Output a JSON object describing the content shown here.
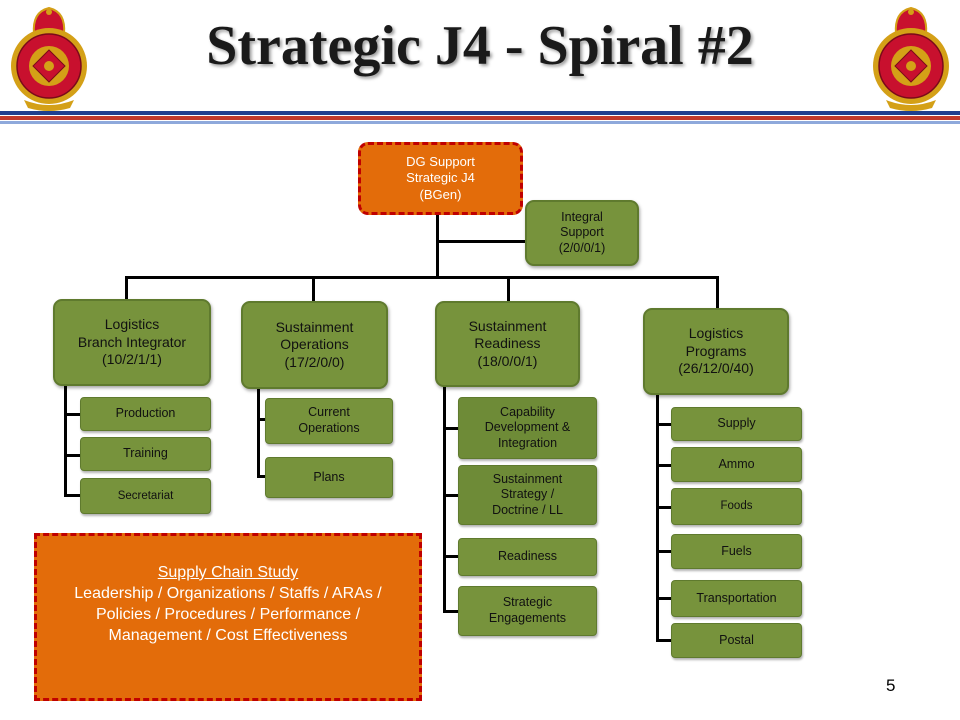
{
  "title": "Strategic J4 - Spiral #2",
  "page_number": "5",
  "colors": {
    "box_green": "#77933c",
    "box_orange": "#e36c0a",
    "dash_red": "#c00000",
    "stripe_red": "#c0392b",
    "stripe_blue": "#1f3f8f"
  },
  "top": {
    "label": "DG Support\nStrategic J4\n(BGen)"
  },
  "integral": {
    "label": "Integral\nSupport\n(2/0/0/1)"
  },
  "branches": [
    {
      "label": "Logistics\nBranch Integrator\n(10/2/1/1)",
      "children": [
        "Production",
        "Training",
        "Secretariat"
      ]
    },
    {
      "label": "Sustainment\nOperations\n(17/2/0/0)",
      "children": [
        "Current\nOperations",
        "Plans"
      ]
    },
    {
      "label": "Sustainment\nReadiness\n(18/0/0/1)",
      "children": [
        "Capability\nDevelopment &\nIntegration",
        "Sustainment\nStrategy /\nDoctrine / LL",
        "Readiness",
        "Strategic\nEngagements"
      ]
    },
    {
      "label": "Logistics\nPrograms\n(26/12/0/40)",
      "children": [
        "Supply",
        "Ammo",
        "Foods",
        "Fuels",
        "Transportation",
        "Postal"
      ]
    }
  ],
  "study": {
    "title": "Supply Chain Study",
    "body": "Leadership / Organizations / Staffs / ARAs /\nPolicies / Procedures / Performance /\nManagement / Cost Effectiveness"
  }
}
